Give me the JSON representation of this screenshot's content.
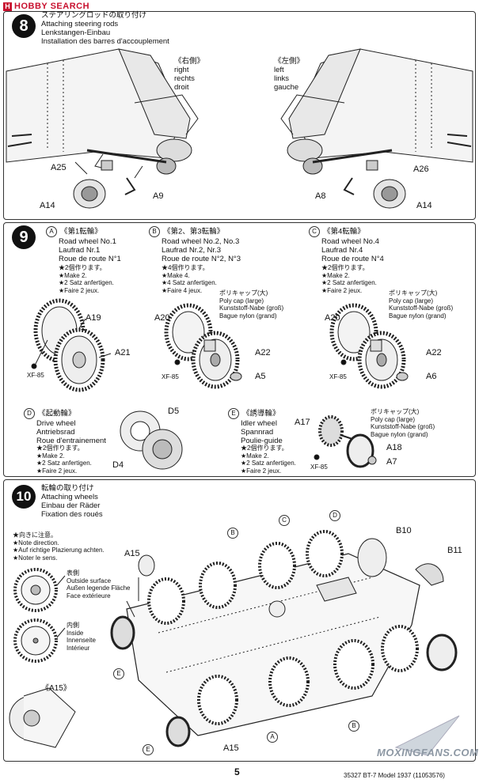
{
  "header": {
    "logo": "HOBBY SEARCH",
    "logo_mark": "H"
  },
  "step8": {
    "num": "8",
    "title_jp": "ステアリングロッドの取り付け",
    "title_en": "Attaching steering rods",
    "title_de": "Lenkstangen-Einbau",
    "title_fr": "Installation des barres d'accouplement",
    "right_jp": "《右側》",
    "right_en": "right",
    "right_de": "rechts",
    "right_fr": "droit",
    "left_jp": "《左側》",
    "left_en": "left",
    "left_de": "links",
    "left_fr": "gauche",
    "parts": {
      "a25": "A25",
      "a14_l": "A14",
      "a9": "A9",
      "a26": "A26",
      "a8": "A8",
      "a14_r": "A14"
    }
  },
  "step9": {
    "num": "9",
    "A": {
      "letter": "A",
      "jp": "《第1転輪》",
      "en": "Road wheel No.1",
      "de": "Laufrad Nr.1",
      "fr": "Roue de route N°1",
      "n_jp": "★2個作ります。",
      "n_en": "★Make 2.",
      "n_de": "★2 Satz anfertigen.",
      "n_fr": "★Faire 2 jeux."
    },
    "B": {
      "letter": "B",
      "jp": "《第2、第3転輪》",
      "en": "Road wheel No.2, No.3",
      "de": "Laufrad Nr.2, Nr.3",
      "fr": "Roue de route N°2, N°3",
      "n_jp": "★4個作ります。",
      "n_en": "★Make 4.",
      "n_de": "★4 Satz anfertigen.",
      "n_fr": "★Faire 4 jeux."
    },
    "C": {
      "letter": "C",
      "jp": "《第4転輪》",
      "en": "Road wheel No.4",
      "de": "Laufrad Nr.4",
      "fr": "Roue de route N°4",
      "n_jp": "★2個作ります。",
      "n_en": "★Make 2.",
      "n_de": "★2 Satz anfertigen.",
      "n_fr": "★Faire 2 jeux."
    },
    "D": {
      "letter": "D",
      "jp": "《起動輪》",
      "en": "Drive wheel",
      "de": "Antriebsrad",
      "fr": "Roue d'entrainement",
      "n_jp": "★2個作ります。",
      "n_en": "★Make 2.",
      "n_de": "★2 Satz anfertigen.",
      "n_fr": "★Faire 2 jeux."
    },
    "E": {
      "letter": "E",
      "jp": "《誘導輪》",
      "en": "Idler wheel",
      "de": "Spannrad",
      "fr": "Poulie-guide",
      "n_jp": "★2個作ります。",
      "n_en": "★Make 2.",
      "n_de": "★2 Satz anfertigen.",
      "n_fr": "★Faire 2 jeux."
    },
    "polycap": {
      "jp": "ポリキャップ(大)",
      "en": "Poly cap (large)",
      "de": "Kunststoff-Nabe (groß)",
      "fr": "Bague nylon (grand)"
    },
    "polycap_e": {
      "jp": "ポリキャップ(大)",
      "en": "Poly cap (large)",
      "de": "Kunststoff-Nabe (groß)",
      "fr": "Bague nylon (grand)"
    },
    "parts": {
      "a19": "A19",
      "a21": "A21",
      "xf85_a": "XF-85",
      "a20_b": "A20",
      "a22_b": "A22",
      "a5": "A5",
      "xf85_b": "XF-85",
      "a20_c": "A20",
      "a22_c": "A22",
      "a6": "A6",
      "xf85_c": "XF-85",
      "d5": "D5",
      "d4": "D4",
      "a17": "A17",
      "a18": "A18",
      "a7": "A7",
      "xf85_e": "XF-85"
    }
  },
  "step10": {
    "num": "10",
    "title_jp": "転輪の取り付け",
    "title_en": "Attaching wheels",
    "title_de": "Einbau der Räder",
    "title_fr": "Fixation des roués",
    "note_jp": "★向きに注意。",
    "note_en": "★Note direction.",
    "note_de": "★Auf richtige Plazierung achten.",
    "note_fr": "★Noter le sens.",
    "out_jp": "表側",
    "out_en": "Outside surface",
    "out_de": "Außen legende Fläche",
    "out_fr": "Face extérieure",
    "in_jp": "内側",
    "in_en": "Inside",
    "in_de": "Innenseite",
    "in_fr": "Intérieur",
    "parts": {
      "a15_top": "A15",
      "b10": "B10",
      "b11": "B11",
      "a15_detail": "《A15》",
      "a15_bottom": "A15",
      "b_top": "B",
      "c_top": "C",
      "d_top": "D",
      "e_left": "E",
      "e_bottom": "E",
      "a_bottom": "A",
      "b_bottom": "B"
    }
  },
  "footer": {
    "page": "5",
    "code": "35327  BT-7 Model 1937 (11053576)",
    "watermark": "MOXINGFANS.COM"
  }
}
